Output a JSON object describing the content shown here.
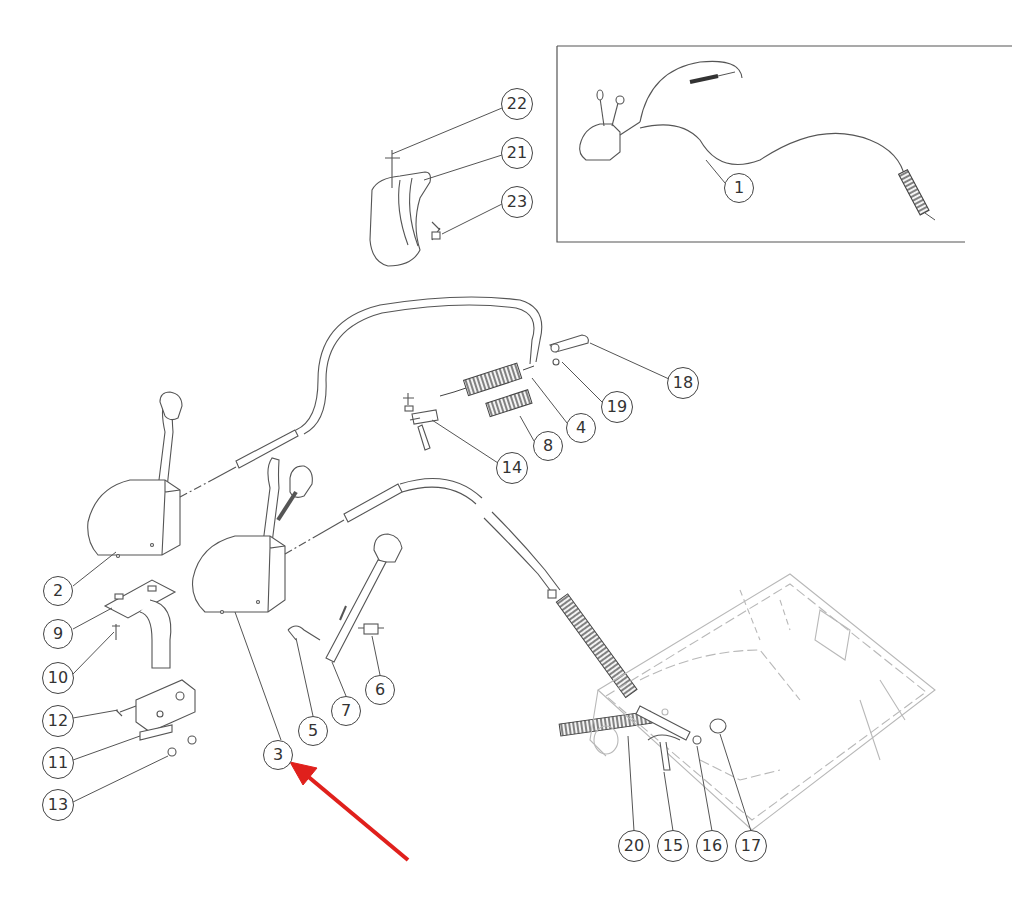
{
  "diagram": {
    "nodes": [
      {
        "text": [
          "22"
        ]
      },
      {
        "text": [
          "21"
        ]
      },
      {
        "text": [
          "23"
        ]
      },
      {
        "text": [
          "1"
        ]
      },
      {
        "text": [
          "18"
        ]
      },
      {
        "text": [
          "19"
        ]
      },
      {
        "text": [
          "4"
        ]
      },
      {
        "text": [
          "14"
        ]
      },
      {
        "text": [
          "8"
        ]
      },
      {
        "text": [
          "2"
        ]
      },
      {
        "text": [
          "9"
        ]
      },
      {
        "text": [
          "10"
        ]
      },
      {
        "text": [
          "12"
        ]
      },
      {
        "text": [
          "11"
        ]
      },
      {
        "text": [
          "13"
        ]
      },
      {
        "text": [
          "3"
        ]
      },
      {
        "text": [
          "5"
        ]
      },
      {
        "text": [
          "7"
        ]
      },
      {
        "text": [
          "6"
        ]
      },
      {
        "text": [
          "20"
        ]
      },
      {
        "text": [
          "15"
        ]
      },
      {
        "text": [
          "16"
        ]
      },
      {
        "text": [
          "17"
        ]
      }
    ]
  }
}
